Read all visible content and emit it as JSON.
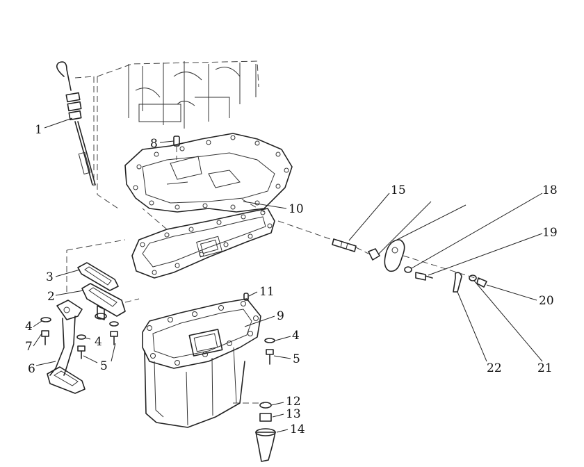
{
  "diagram": {
    "labels": {
      "l1": "1",
      "l2": "2",
      "l3": "3",
      "l4a": "4",
      "l4b": "4",
      "l4c": "4",
      "l5a": "5",
      "l5b": "5",
      "l6": "6",
      "l7": "7",
      "l8": "8",
      "l9": "9",
      "l10": "10",
      "l11": "11",
      "l12": "12",
      "l13": "13",
      "l14": "14",
      "l15": "15",
      "l18": "18",
      "l19": "19",
      "l20": "20",
      "l21": "21",
      "l22": "22"
    }
  }
}
